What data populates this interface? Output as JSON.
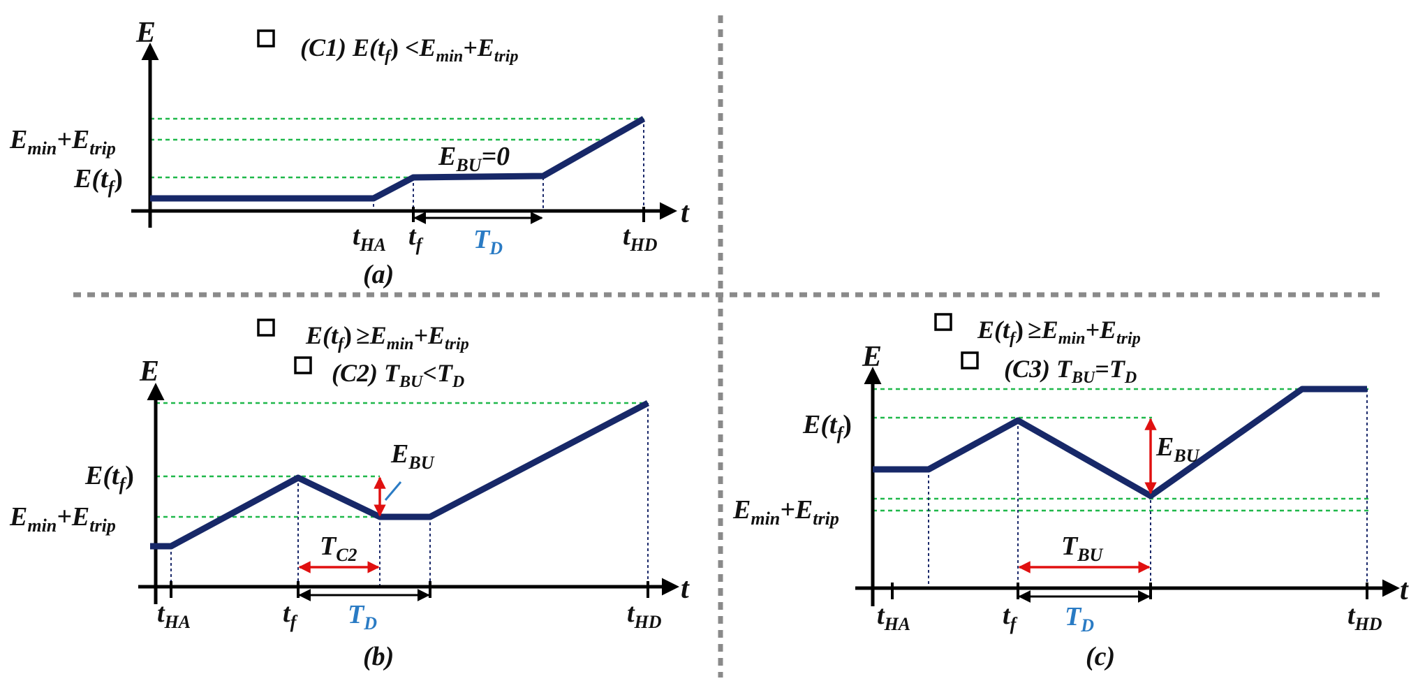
{
  "panels": {
    "a": {
      "caption": "(a)",
      "cond_box": "❑",
      "cond_label": "(C1)",
      "cond_lhs": "E(t",
      "cond_lhs_sub": "f",
      "cond_close": ")",
      "cond_rel": "<",
      "cond_E1": "E",
      "cond_min": "min",
      "cond_plus": "+E",
      "cond_trip": "trip",
      "y_axis": "E",
      "x_axis": "t",
      "lab_emin": "E",
      "lab_emin_sub": "min",
      "lab_plus": "+E",
      "lab_trip": "trip",
      "lab_etf": "E(t",
      "lab_etf_sub": "f",
      "lab_etf_close": ")",
      "ebu_main": "E",
      "ebu_sub": "BU",
      "ebu_eq": "=0",
      "t_ha": "t",
      "t_ha_sub": "HA",
      "t_f": "t",
      "t_f_sub": "f",
      "t_d": "T",
      "t_d_sub": "D",
      "t_hd": "t",
      "t_hd_sub": "HD"
    },
    "b": {
      "caption": "(b)",
      "cond1_box": "❑",
      "cond1_lhs": "E(t",
      "cond1_lhs_sub": "f",
      "cond1_close": ")",
      "cond1_rel": "≥",
      "cond1_E": "E",
      "cond1_min": "min",
      "cond1_plus": "+E",
      "cond1_trip": "trip",
      "cond2_box": "❑",
      "cond2_label": "(C2)",
      "cond2_T1": "T",
      "cond2_T1_sub": "BU",
      "cond2_rel": "<",
      "cond2_T2": "T",
      "cond2_T2_sub": "D",
      "y_axis": "E",
      "x_axis": "t",
      "lab_etf": "E(t",
      "lab_etf_sub": "f",
      "lab_etf_close": ")",
      "lab_emin": "E",
      "lab_emin_sub": "min",
      "lab_plus": "+E",
      "lab_trip": "trip",
      "ebu": "E",
      "ebu_sub": "BU",
      "tc2": "T",
      "tc2_sub": "C2",
      "t_ha": "t",
      "t_ha_sub": "HA",
      "t_f": "t",
      "t_f_sub": "f",
      "t_d": "T",
      "t_d_sub": "D",
      "t_hd": "t",
      "t_hd_sub": "HD"
    },
    "c": {
      "caption": "(c)",
      "cond1_box": "❑",
      "cond1_lhs": "E(t",
      "cond1_lhs_sub": "f",
      "cond1_close": ")",
      "cond1_rel": "≥",
      "cond1_E": "E",
      "cond1_min": "min",
      "cond1_plus": "+E",
      "cond1_trip": "trip",
      "cond2_box": "❑",
      "cond2_label": "(C3)",
      "cond2_T1": "T",
      "cond2_T1_sub": "BU",
      "cond2_rel": "=",
      "cond2_T2": "T",
      "cond2_T2_sub": "D",
      "y_axis": "E",
      "x_axis": "t",
      "lab_etf": "E(t",
      "lab_etf_sub": "f",
      "lab_etf_close": ")",
      "lab_emin": "E",
      "lab_emin_sub": "min",
      "lab_plus": "+E",
      "lab_trip": "trip",
      "ebu": "E",
      "ebu_sub": "BU",
      "tbu": "T",
      "tbu_sub": "BU",
      "t_ha": "t",
      "t_ha_sub": "HA",
      "t_f": "t",
      "t_f_sub": "f",
      "t_d": "T",
      "t_d_sub": "D",
      "t_hd": "t",
      "t_hd_sub": "HD"
    }
  },
  "colors": {
    "curve": "#172868",
    "threshold_lines": "#1fb84a",
    "arrows_red": "#e01010",
    "duration_blue": "#2a7bc4",
    "separator": "#8a8a8a"
  }
}
